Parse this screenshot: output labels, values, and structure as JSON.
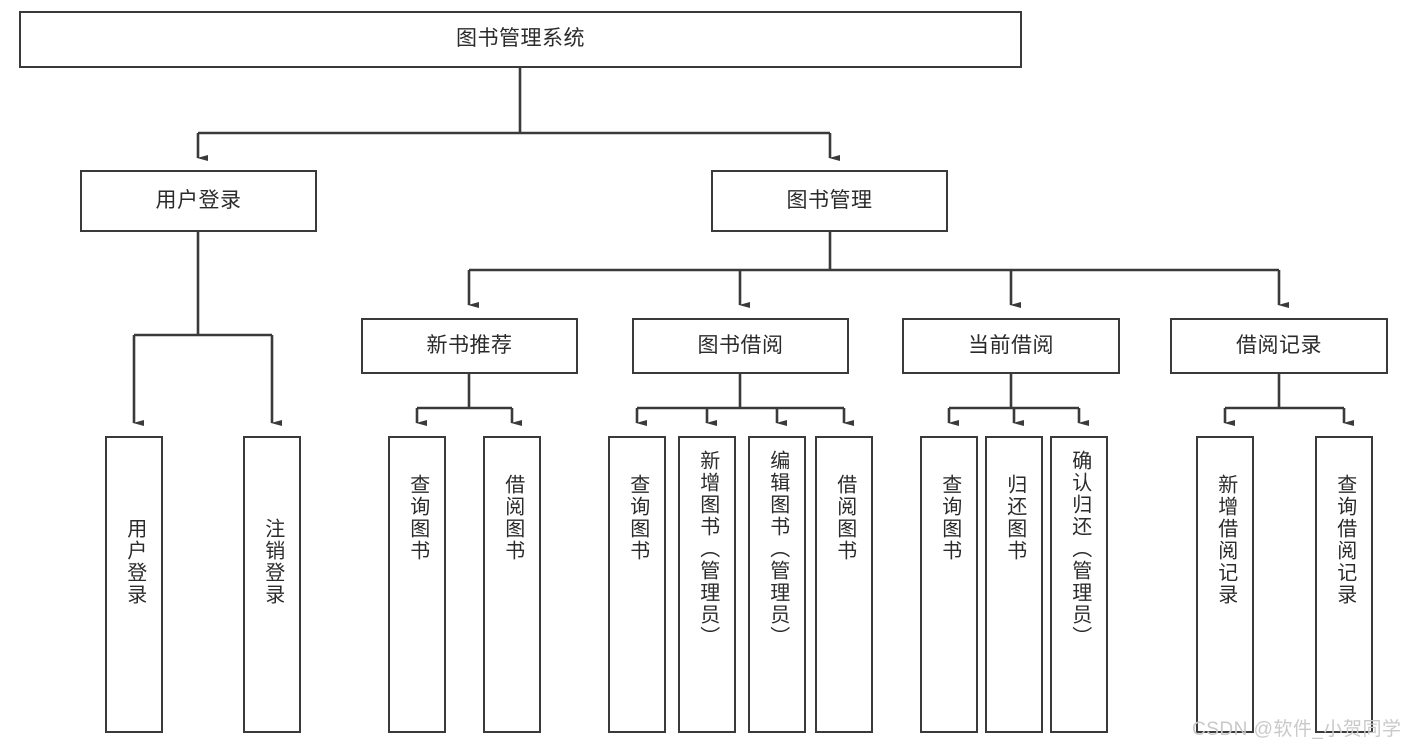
{
  "diagram": {
    "type": "tree-hierarchy-chart",
    "title": "图书管理系统",
    "levels": {
      "root": {
        "label": "图书管理系统"
      },
      "level2": [
        {
          "id": "user-login",
          "label": "用户登录"
        },
        {
          "id": "book-manage",
          "label": "图书管理"
        }
      ],
      "level3": [
        {
          "id": "new-book-recommend",
          "label": "新书推荐"
        },
        {
          "id": "book-borrow",
          "label": "图书借阅"
        },
        {
          "id": "current-borrow",
          "label": "当前借阅"
        },
        {
          "id": "borrow-record",
          "label": "借阅记录"
        }
      ],
      "leaves": [
        {
          "id": "leaf-user-login",
          "parent": "user-login",
          "label": "用户登录"
        },
        {
          "id": "leaf-logout",
          "parent": "user-login",
          "label": "注销登录"
        },
        {
          "id": "leaf-query-book-1",
          "parent": "new-book-recommend",
          "label": "查询图书"
        },
        {
          "id": "leaf-borrow-book-1",
          "parent": "new-book-recommend",
          "label": "借阅图书"
        },
        {
          "id": "leaf-query-book-2",
          "parent": "book-borrow",
          "label": "查询图书"
        },
        {
          "id": "leaf-add-book",
          "parent": "book-borrow",
          "label": "新增图书（管理员）"
        },
        {
          "id": "leaf-edit-book",
          "parent": "book-borrow",
          "label": "编辑图书（管理员）"
        },
        {
          "id": "leaf-borrow-book-2",
          "parent": "book-borrow",
          "label": "借阅图书"
        },
        {
          "id": "leaf-query-book-3",
          "parent": "current-borrow",
          "label": "查询图书"
        },
        {
          "id": "leaf-return-book",
          "parent": "current-borrow",
          "label": "归还图书"
        },
        {
          "id": "leaf-confirm-return",
          "parent": "current-borrow",
          "label": "确认归还（管理员）"
        },
        {
          "id": "leaf-add-record",
          "parent": "borrow-record",
          "label": "新增借阅记录"
        },
        {
          "id": "leaf-query-record",
          "parent": "borrow-record",
          "label": "查询借阅记录"
        }
      ]
    },
    "watermark": "CSDN @软件_小贺同学",
    "colors": {
      "border": "#3a3a3a",
      "background": "#ffffff",
      "text": "#2b2b2b",
      "connector": "#3a3a3a",
      "watermark": "#c9c9c9"
    }
  }
}
